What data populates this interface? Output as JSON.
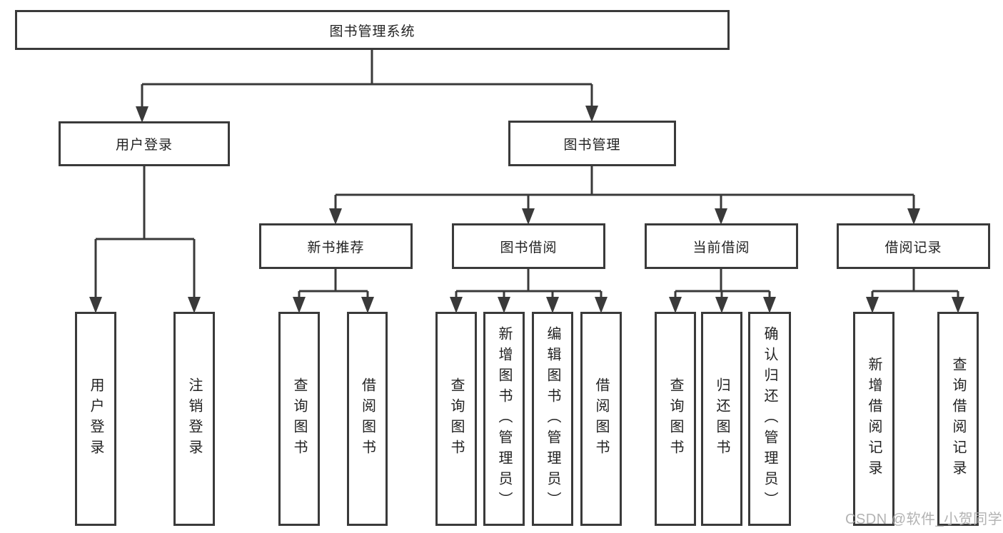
{
  "tree": {
    "label": "图书管理系统",
    "children": [
      {
        "label": "用户登录",
        "children": [
          {
            "label": "用户登录"
          },
          {
            "label": "注销登录"
          }
        ]
      },
      {
        "label": "图书管理",
        "children": [
          {
            "label": "新书推荐",
            "children": [
              {
                "label": "查询图书"
              },
              {
                "label": "借阅图书"
              }
            ]
          },
          {
            "label": "图书借阅",
            "children": [
              {
                "label": "查询图书"
              },
              {
                "label": "新增图书（管理员）"
              },
              {
                "label": "编辑图书（管理员）"
              },
              {
                "label": "借阅图书"
              }
            ]
          },
          {
            "label": "当前借阅",
            "children": [
              {
                "label": "查询图书"
              },
              {
                "label": "归还图书"
              },
              {
                "label": "确认归还（管理员）"
              }
            ]
          },
          {
            "label": "借阅记录",
            "children": [
              {
                "label": "新增借阅记录"
              },
              {
                "label": "查询借阅记录"
              }
            ]
          }
        ]
      }
    ]
  },
  "watermark": {
    "text": "CSDN @软件_小贺同学"
  },
  "colors": {
    "line": "#3a3a3a",
    "text": "#222222",
    "watermark_text": "#ababab",
    "background": "#ffffff"
  }
}
